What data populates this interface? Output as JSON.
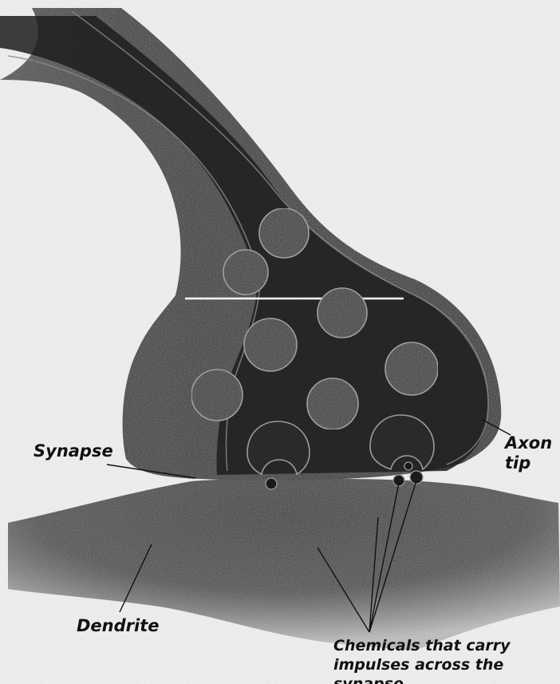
{
  "labels": {
    "synapse": "Synapse",
    "axon_tip": [
      "Axon",
      "tip"
    ],
    "dendrite": "Dendrite",
    "chemicals": [
      "Chemicals that carry",
      "impulses across the",
      "synapse"
    ]
  },
  "colors": {
    "cell_fill": "#3a3a3a",
    "cell_dark": "#1f1f1f",
    "membrane_line": "#8a8a8a",
    "label_text": "#111111",
    "background": "#ffffff"
  }
}
